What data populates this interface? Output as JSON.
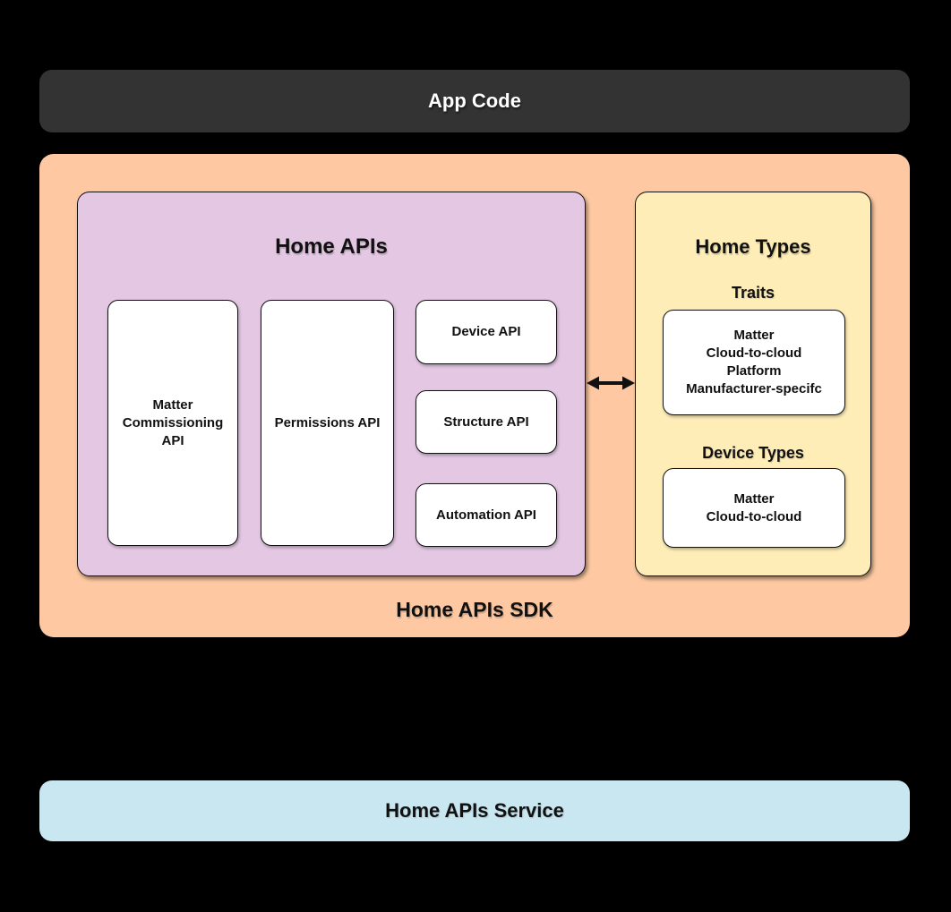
{
  "colors": {
    "background": "#000000",
    "app_code_bg": "#333333",
    "app_code_text": "#ffffff",
    "sdk_bg": "#fec9a2",
    "home_apis_bg": "#e3c7e3",
    "home_types_bg": "#ffedb8",
    "service_bg": "#c9e7f0",
    "card_bg": "#ffffff",
    "border": "#111111",
    "text": "#111111"
  },
  "diagram": {
    "app_code": {
      "label": "App Code"
    },
    "sdk": {
      "label": "Home APIs SDK",
      "home_apis": {
        "title": "Home APIs",
        "api_cards": [
          {
            "label": "Matter Commissioning API"
          },
          {
            "label": "Permissions API"
          },
          {
            "label": "Device API"
          },
          {
            "label": "Structure API"
          },
          {
            "label": "Automation API"
          }
        ]
      },
      "arrow": {
        "icon": "bidirectional-arrow-icon"
      },
      "home_types": {
        "title": "Home Types",
        "traits": {
          "heading": "Traits",
          "items": [
            "Matter",
            "Cloud-to-cloud",
            "Platform",
            "Manufacturer-specifc"
          ]
        },
        "device_types": {
          "heading": "Device Types",
          "items": [
            "Matter",
            "Cloud-to-cloud"
          ]
        }
      }
    },
    "service": {
      "label": "Home APIs Service"
    }
  }
}
